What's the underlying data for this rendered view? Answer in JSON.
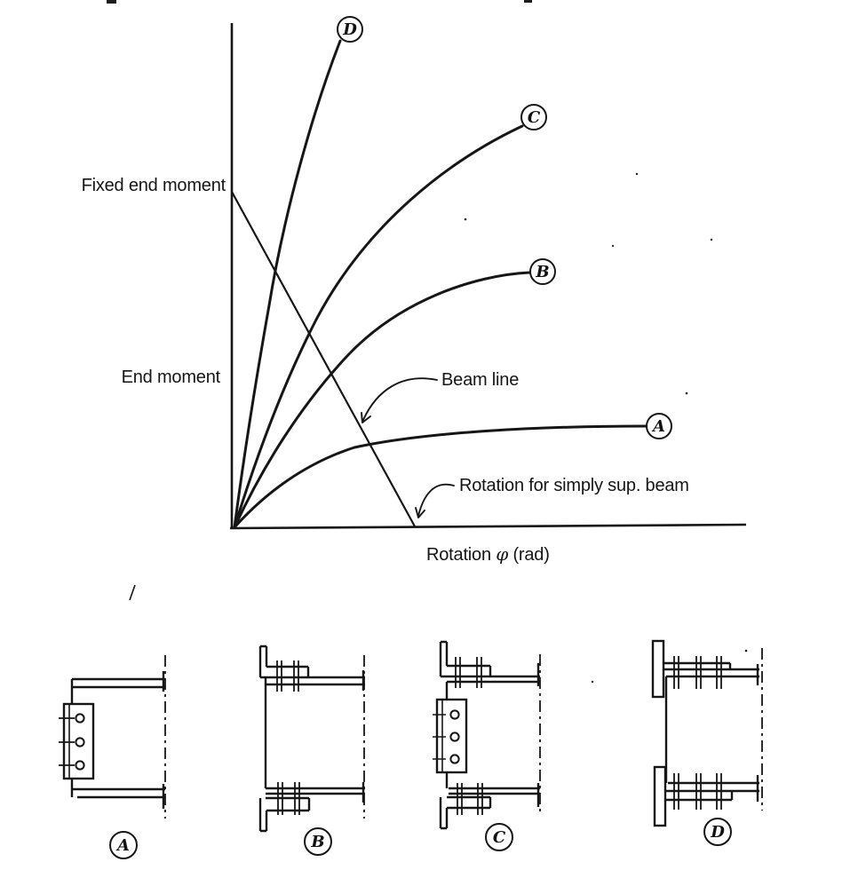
{
  "figure": {
    "background": "#ffffff",
    "ink_color": "#161616"
  },
  "graph": {
    "labels": {
      "fixed_end_moment": "Fixed end moment",
      "end_moment": "End moment",
      "beam_line": "Beam line",
      "rotation_simply_supported": "Rotation for simply sup. beam",
      "x_axis_prefix": "Rotation",
      "x_axis_symbol": "φ",
      "x_axis_suffix": "(rad)"
    },
    "curve_labels": [
      "D",
      "C",
      "B",
      "A"
    ]
  },
  "connections": {
    "labels": [
      "A",
      "B",
      "C",
      "D"
    ],
    "types": [
      "web cleat plate with three bolts",
      "top and seat angles bolted to flanges",
      "top and seat angles plus bolted web plate",
      "top and bottom T-stubs bolted to flanges"
    ]
  },
  "chart_data": {
    "type": "line",
    "qualitative": true,
    "title": "",
    "xlabel": "Rotation φ (rad)",
    "ylabel": "End moment",
    "y_reference_level": "Fixed end moment",
    "x_reference_level": "Rotation for simply sup. beam",
    "legend_position": "circled letters at curve ends",
    "series": [
      {
        "name": "D",
        "shape": "steepest rigid connection curve, rises well above fixed end moment",
        "end_point_fraction": [
          0.21,
          0.97
        ]
      },
      {
        "name": "C",
        "shape": "stiff curve ending above fixed end moment level",
        "end_point_fraction": [
          0.56,
          0.8
        ]
      },
      {
        "name": "B",
        "shape": "semi-rigid curve flattening near mid moment",
        "end_point_fraction": [
          0.58,
          0.51
        ]
      },
      {
        "name": "A",
        "shape": "most flexible connection, flattest curve",
        "end_point_fraction": [
          0.8,
          0.2
        ]
      },
      {
        "name": "Beam line",
        "shape": "straight line from fixed end moment on y-axis to simply supported rotation on x-axis",
        "end_point_fraction": [
          0.36,
          0.0
        ]
      }
    ]
  }
}
